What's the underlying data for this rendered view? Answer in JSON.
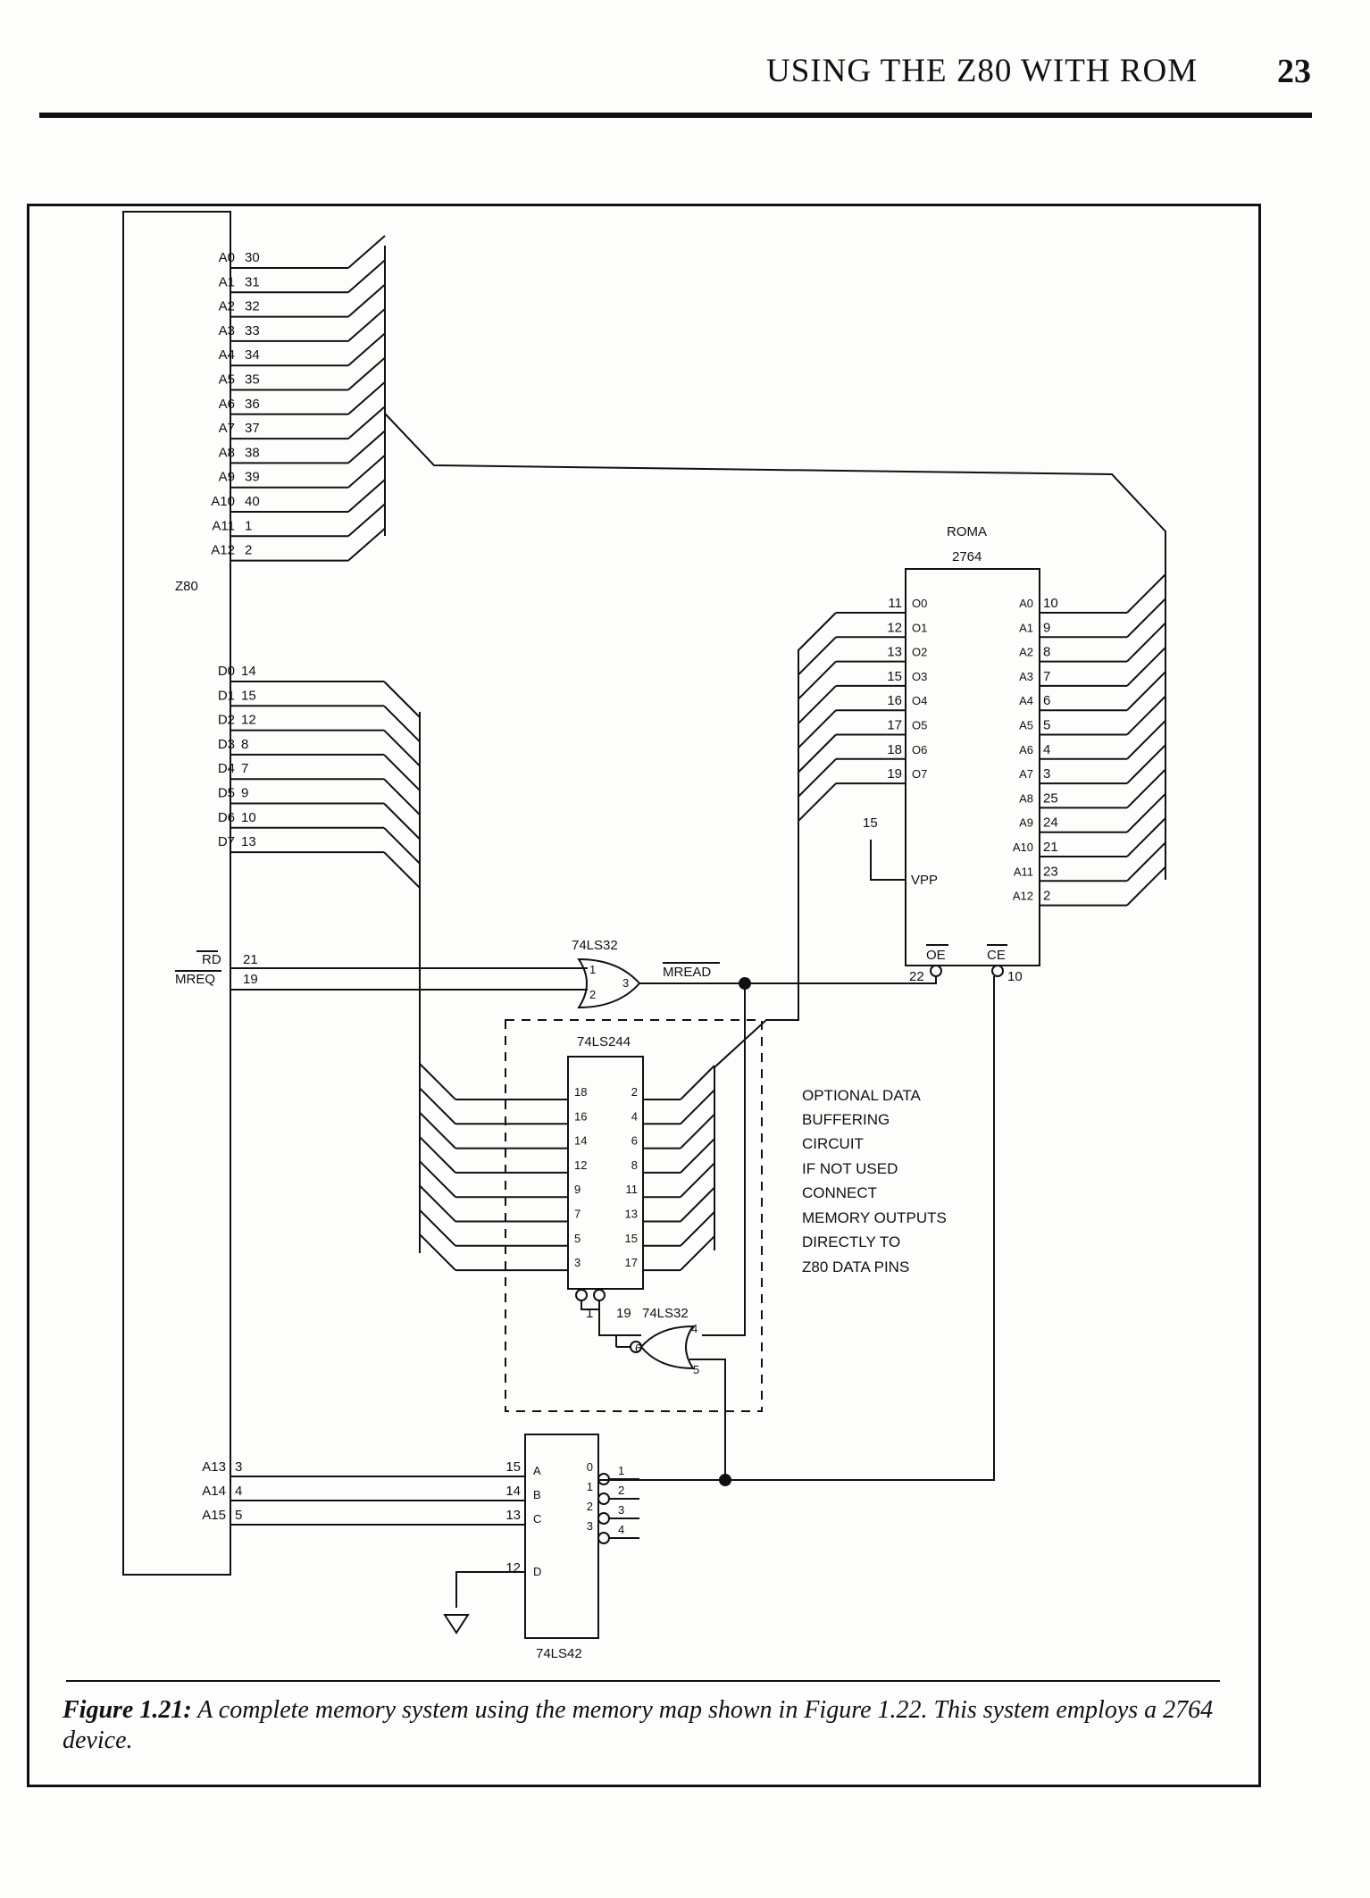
{
  "header": {
    "title": "USING THE Z80 WITH ROM",
    "page_number": "23"
  },
  "z80": {
    "name": "Z80",
    "address_pins": [
      {
        "sig": "A0",
        "pin": "30"
      },
      {
        "sig": "A1",
        "pin": "31"
      },
      {
        "sig": "A2",
        "pin": "32"
      },
      {
        "sig": "A3",
        "pin": "33"
      },
      {
        "sig": "A4",
        "pin": "34"
      },
      {
        "sig": "A5",
        "pin": "35"
      },
      {
        "sig": "A6",
        "pin": "36"
      },
      {
        "sig": "A7",
        "pin": "37"
      },
      {
        "sig": "A8",
        "pin": "38"
      },
      {
        "sig": "A9",
        "pin": "39"
      },
      {
        "sig": "A10",
        "pin": "40"
      },
      {
        "sig": "A11",
        "pin": "1"
      },
      {
        "sig": "A12",
        "pin": "2"
      }
    ],
    "data_pins": [
      {
        "sig": "D0",
        "pin": "14"
      },
      {
        "sig": "D1",
        "pin": "15"
      },
      {
        "sig": "D2",
        "pin": "12"
      },
      {
        "sig": "D3",
        "pin": "8"
      },
      {
        "sig": "D4",
        "pin": "7"
      },
      {
        "sig": "D5",
        "pin": "9"
      },
      {
        "sig": "D6",
        "pin": "10"
      },
      {
        "sig": "D7",
        "pin": "13"
      }
    ],
    "control_pins": [
      {
        "sig": "RD",
        "pin": "21"
      },
      {
        "sig": "MREQ",
        "pin": "19"
      }
    ],
    "high_address_pins": [
      {
        "sig": "A13",
        "pin": "3"
      },
      {
        "sig": "A14",
        "pin": "4"
      },
      {
        "sig": "A15",
        "pin": "5"
      }
    ]
  },
  "rom": {
    "name": "ROMA",
    "part": "2764",
    "outputs": [
      {
        "pin": "11",
        "sig": "O0"
      },
      {
        "pin": "12",
        "sig": "O1"
      },
      {
        "pin": "13",
        "sig": "O2"
      },
      {
        "pin": "15",
        "sig": "O3"
      },
      {
        "pin": "16",
        "sig": "O4"
      },
      {
        "pin": "17",
        "sig": "O5"
      },
      {
        "pin": "18",
        "sig": "O6"
      },
      {
        "pin": "19",
        "sig": "O7"
      }
    ],
    "addresses": [
      {
        "sig": "A0",
        "pin": "10"
      },
      {
        "sig": "A1",
        "pin": "9"
      },
      {
        "sig": "A2",
        "pin": "8"
      },
      {
        "sig": "A3",
        "pin": "7"
      },
      {
        "sig": "A4",
        "pin": "6"
      },
      {
        "sig": "A5",
        "pin": "5"
      },
      {
        "sig": "A6",
        "pin": "4"
      },
      {
        "sig": "A7",
        "pin": "3"
      },
      {
        "sig": "A8",
        "pin": "25"
      },
      {
        "sig": "A9",
        "pin": "24"
      },
      {
        "sig": "A10",
        "pin": "21"
      },
      {
        "sig": "A11",
        "pin": "23"
      },
      {
        "sig": "A12",
        "pin": "2"
      }
    ],
    "vpp": {
      "sig": "VPP",
      "pin": "15"
    },
    "oe": {
      "sig": "OE",
      "pin": "22"
    },
    "ce": {
      "sig": "CE",
      "pin": "10"
    }
  },
  "or_gate_1": {
    "part": "74LS32",
    "in1": "1",
    "in2": "2",
    "out": "3",
    "out_label": "MREAD"
  },
  "buffer": {
    "part": "74LS244",
    "left_pins": [
      "18",
      "16",
      "14",
      "12",
      "9",
      "7",
      "5",
      "3"
    ],
    "right_pins": [
      "2",
      "4",
      "6",
      "8",
      "11",
      "13",
      "15",
      "17"
    ],
    "enable_pins": [
      "1",
      "19"
    ]
  },
  "or_gate_2": {
    "part": "74LS32",
    "in1": "4",
    "in2": "5",
    "out": "6"
  },
  "decoder": {
    "part": "74LS42",
    "inputs": [
      {
        "pin": "15",
        "sig": "A"
      },
      {
        "pin": "14",
        "sig": "B"
      },
      {
        "pin": "13",
        "sig": "C"
      },
      {
        "pin": "12",
        "sig": "D"
      }
    ],
    "outputs": [
      {
        "sig": "0",
        "pin": "1"
      },
      {
        "sig": "1",
        "pin": "2"
      },
      {
        "sig": "2",
        "pin": "3"
      },
      {
        "sig": "3",
        "pin": "4"
      }
    ]
  },
  "note_lines": [
    "OPTIONAL DATA",
    "BUFFERING",
    "CIRCUIT",
    "IF NOT USED",
    "CONNECT",
    "MEMORY OUTPUTS",
    "DIRECTLY TO",
    "Z80 DATA PINS"
  ],
  "caption": {
    "lead": "Figure 1.21:",
    "text": " A complete memory system using the memory map shown in Figure 1.22. This system employs a 2764 device."
  }
}
